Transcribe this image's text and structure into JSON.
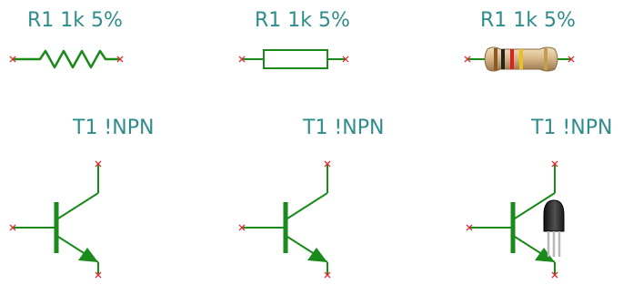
{
  "resistors": [
    {
      "ref": "R1",
      "value": "1k",
      "tolerance": "5%",
      "label": "R1 1k 5%",
      "style": "zigzag",
      "icon": "resistor-zigzag-icon"
    },
    {
      "ref": "R1",
      "value": "1k",
      "tolerance": "5%",
      "label": "R1 1k 5%",
      "style": "rectangle",
      "icon": "resistor-rectangle-icon"
    },
    {
      "ref": "R1",
      "value": "1k",
      "tolerance": "5%",
      "label": "R1 1k 5%",
      "style": "realistic",
      "icon": "resistor-realistic-icon"
    }
  ],
  "transistors": [
    {
      "ref": "T1",
      "type": "!NPN",
      "label": "T1 !NPN",
      "style": "symbol",
      "icon": "npn-transistor-icon"
    },
    {
      "ref": "T1",
      "type": "!NPN",
      "label": "T1 !NPN",
      "style": "symbol",
      "icon": "npn-transistor-icon"
    },
    {
      "ref": "T1",
      "type": "!NPN",
      "label": "T1 !NPN",
      "style": "symbol-with-package",
      "icon": "npn-transistor-to92-icon"
    }
  ],
  "colors": {
    "label_text": "#2f8c8c",
    "wire": "#1a8a1a",
    "pin_marker": "#e03030",
    "resistor_body": "#d8b88a",
    "package": "#202020"
  }
}
